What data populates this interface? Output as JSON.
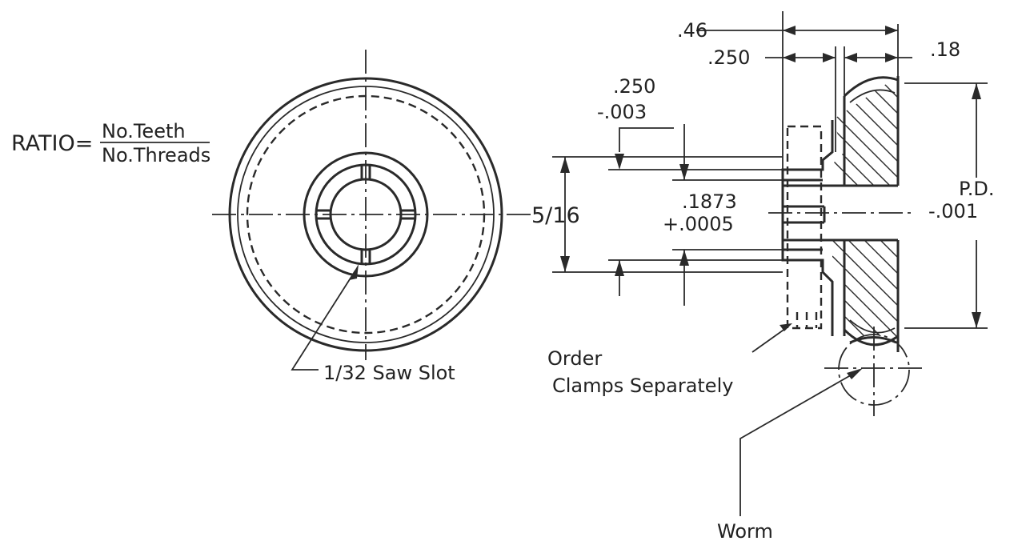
{
  "ratio": {
    "prefix": "RATIO=",
    "numerator": "No.Teeth",
    "denominator": "No.Threads"
  },
  "front_view": {
    "saw_slot_label": "1/32 Saw Slot"
  },
  "side_view": {
    "dim_overall": ".46",
    "dim_hub": ".250",
    "dim_face": ".18",
    "hub_tol_value": ".250",
    "hub_tol_minus": "-.003",
    "bore_label": "5/16",
    "bore_tol_value": ".1873",
    "bore_tol_plus": "+.0005",
    "pd_label": "P.D.",
    "pd_tol": "-.001",
    "clamps_line1": "Order",
    "clamps_line2": "Clamps Separately",
    "worm_label": "Worm"
  }
}
